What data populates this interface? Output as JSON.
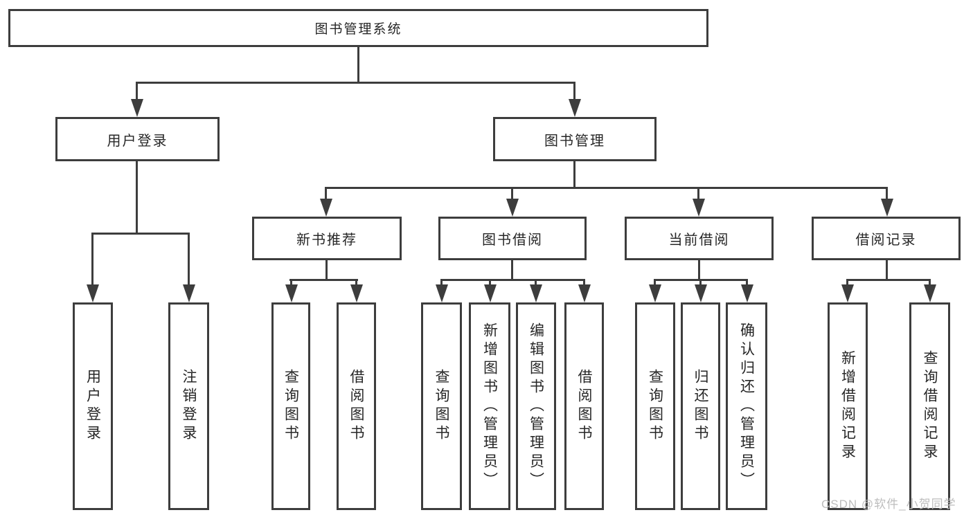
{
  "diagram": {
    "type": "hierarchy-tree",
    "root": {
      "label": "图书管理系统"
    },
    "level2": {
      "user_login": {
        "label": "用户登录"
      },
      "book_management": {
        "label": "图书管理"
      }
    },
    "level3": {
      "new_book_recommend": {
        "label": "新书推荐",
        "parent": "图书管理"
      },
      "book_borrowing": {
        "label": "图书借阅",
        "parent": "图书管理"
      },
      "current_borrowing": {
        "label": "当前借阅",
        "parent": "图书管理"
      },
      "borrowing_records": {
        "label": "借阅记录",
        "parent": "图书管理"
      }
    },
    "leaves": {
      "user_login_leaf": {
        "label": "用户登录",
        "parent": "用户登录"
      },
      "logout_leaf": {
        "label": "注销登录",
        "parent": "用户登录"
      },
      "recommend_query_books": {
        "label": "查询图书",
        "parent": "新书推荐"
      },
      "recommend_borrow_books": {
        "label": "借阅图书",
        "parent": "新书推荐"
      },
      "borrowing_query_books": {
        "label": "查询图书",
        "parent": "图书借阅"
      },
      "borrowing_add_books": {
        "label": "新增图书（管理员）",
        "parent": "图书借阅"
      },
      "borrowing_edit_books": {
        "label": "编辑图书（管理员）",
        "parent": "图书借阅"
      },
      "borrowing_borrow_books": {
        "label": "借阅图书",
        "parent": "图书借阅"
      },
      "current_query_books": {
        "label": "查询图书",
        "parent": "当前借阅"
      },
      "current_return_books": {
        "label": "归还图书",
        "parent": "当前借阅"
      },
      "current_confirm_return": {
        "label": "确认归还（管理员）",
        "parent": "当前借阅"
      },
      "records_add_record": {
        "label": "新增借阅记录",
        "parent": "借阅记录"
      },
      "records_query_record": {
        "label": "查询借阅记录",
        "parent": "借阅记录"
      }
    },
    "watermark": "CSDN @软件_小贺同学",
    "colors": {
      "line": "#3d3d3d",
      "text": "#262626",
      "watermark_text": "#bdbdbd",
      "background": "#ffffff"
    }
  }
}
